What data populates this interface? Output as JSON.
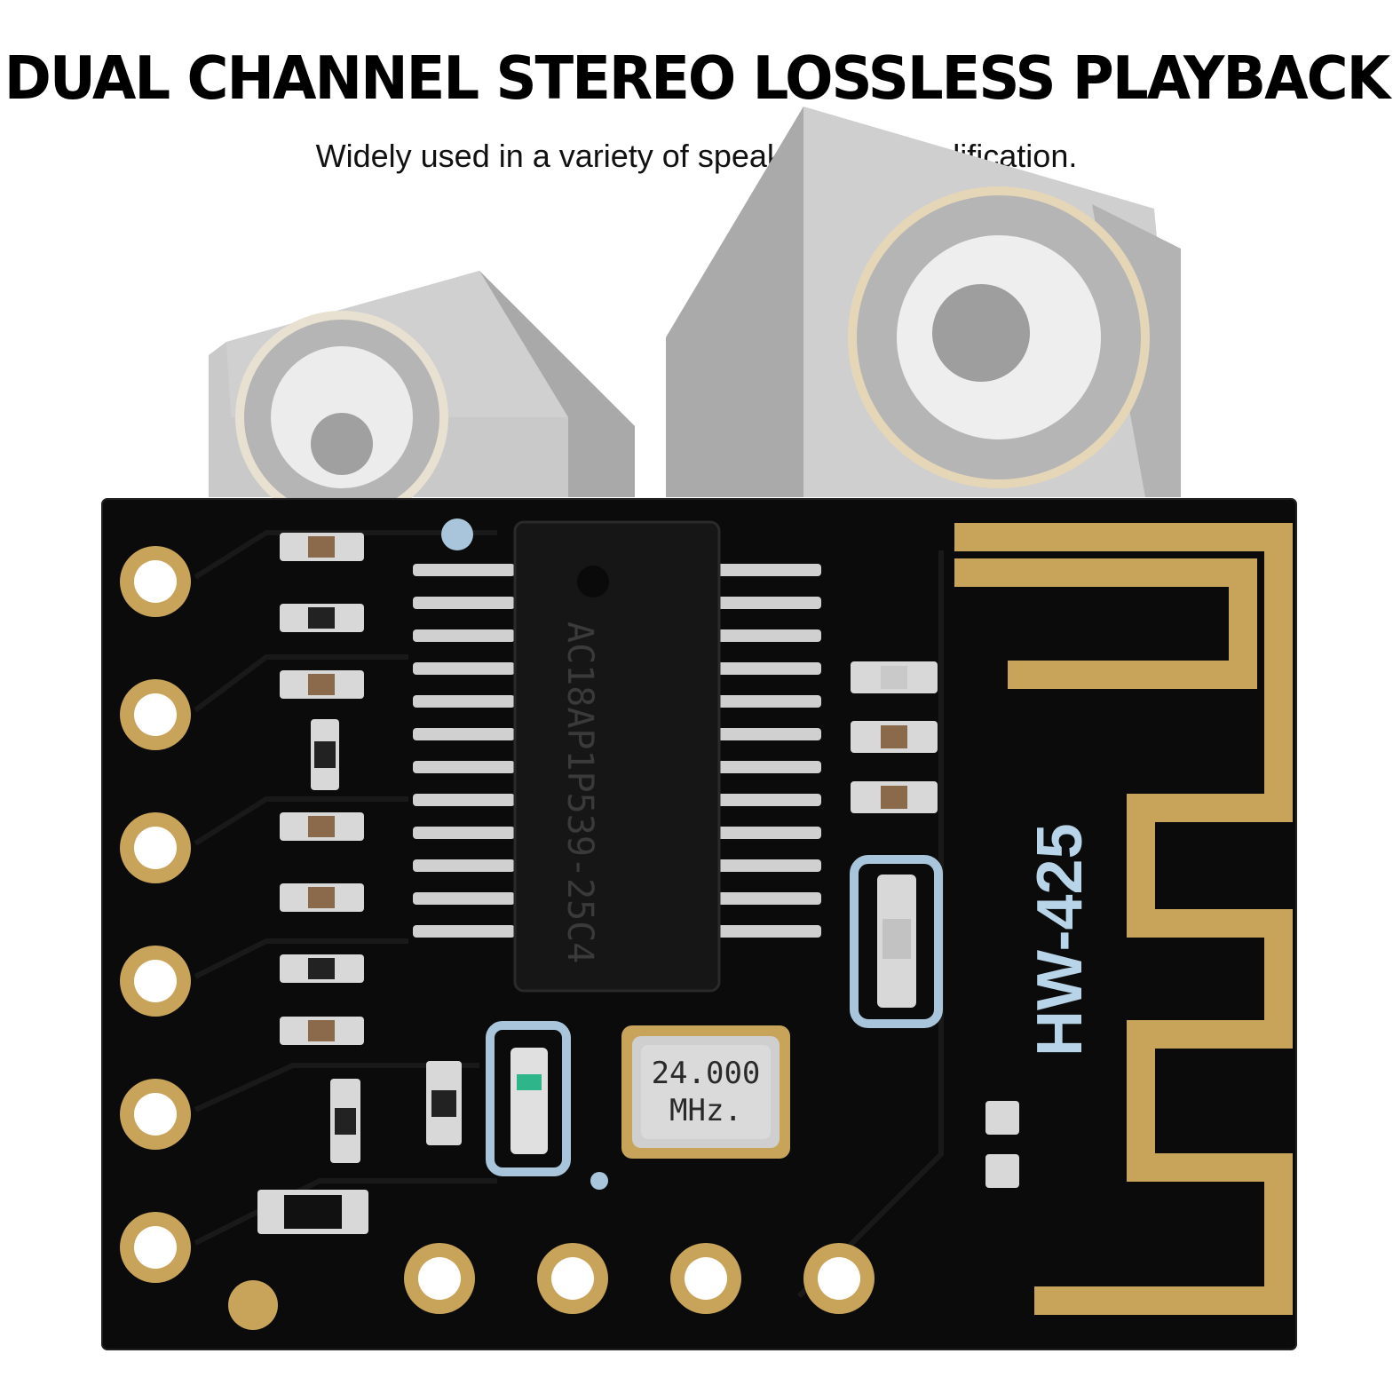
{
  "header": {
    "title": "DUAL CHANNEL STEREO LOSSLESS PLAYBACK",
    "subtitle": "Widely used in a variety of speakers DIY modification."
  },
  "board": {
    "model_label": "HW-425",
    "chip_marking": "AC18AP1P539-25C4",
    "crystal_line1": "24.000",
    "crystal_line2": "MHz."
  },
  "colors": {
    "pcb": "#0b0b0b",
    "gold": "#c8a45a",
    "silkscreen": "#b8d4e8",
    "speaker_gray": "#bdbdbd"
  }
}
